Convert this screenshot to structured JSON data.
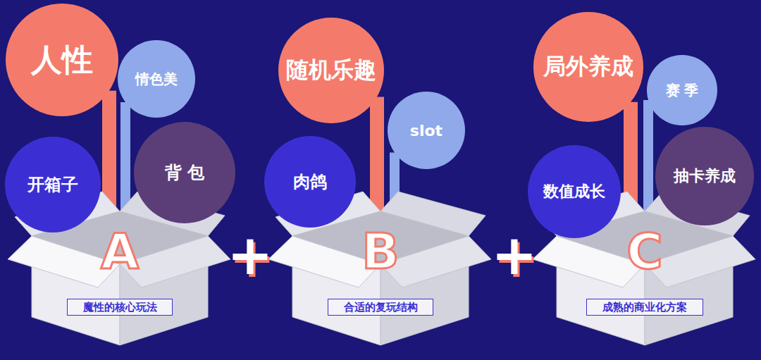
{
  "diagram": {
    "nodes": [
      {
        "text": [
          "人性"
        ]
      },
      {
        "text": [
          "情色美"
        ]
      },
      {
        "text": [
          "开箱子"
        ]
      },
      {
        "text": [
          "背 包"
        ]
      },
      {
        "text": [
          "A"
        ]
      },
      {
        "text": [
          "魔性的核心玩法"
        ],
        "in": 4
      },
      {
        "text": [
          "随机乐趣"
        ]
      },
      {
        "text": [
          "slot"
        ]
      },
      {
        "text": [
          "肉鸽"
        ]
      },
      {
        "text": [
          "B"
        ]
      },
      {
        "text": [
          "合适的复玩结构"
        ],
        "in": 9
      },
      {
        "text": [
          "局外养成"
        ]
      },
      {
        "text": [
          "赛 季"
        ]
      },
      {
        "text": [
          "数值成长"
        ]
      },
      {
        "text": [
          "抽卡养成"
        ]
      },
      {
        "text": [
          "C"
        ]
      },
      {
        "text": [
          "成熟的商业化方案"
        ],
        "in": 15
      }
    ],
    "edges": [
      {
        "from": 0,
        "to": 4,
        "arrow": "none"
      },
      {
        "from": 1,
        "to": 4,
        "arrow": "none"
      },
      {
        "from": 6,
        "to": 9,
        "arrow": "none"
      },
      {
        "from": 7,
        "to": 9,
        "arrow": "none"
      },
      {
        "from": 11,
        "to": 15,
        "arrow": "none"
      },
      {
        "from": 12,
        "to": 15,
        "arrow": "none"
      }
    ],
    "labels": [
      "+",
      "+"
    ]
  }
}
